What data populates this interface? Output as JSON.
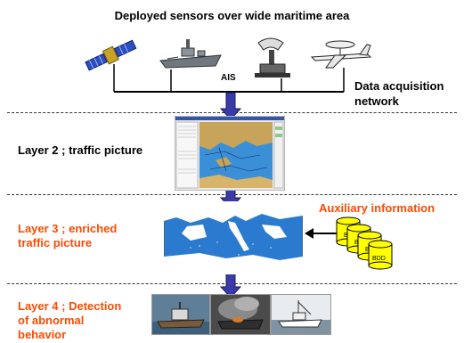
{
  "header": {
    "title": "Deployed sensors over wide maritime area"
  },
  "network": {
    "ais_label": "AIS",
    "acquisition_label_line1": "Data acquisition",
    "acquisition_label_line2": "network"
  },
  "layers": {
    "layer2": {
      "label": "Layer 2 ;  traffic picture"
    },
    "layer3": {
      "label_line1": "Layer 3 ;  enriched",
      "label_line2": "traffic picture"
    },
    "layer4": {
      "label_line1": "Layer 4 ;  Detection",
      "label_line2": "of abnormal",
      "label_line3": "behavior"
    }
  },
  "auxiliary": {
    "label": "Auxiliary information",
    "db_labels": [
      "B",
      "B",
      "B",
      "BDD"
    ]
  },
  "sensors": [
    "satellite-icon",
    "warship-icon",
    "radar-station-icon",
    "awacs-aircraft-icon"
  ],
  "colors": {
    "accent": "#ff4a00",
    "arrow": "#3a3aa8",
    "sea": "#2a7bd0"
  }
}
